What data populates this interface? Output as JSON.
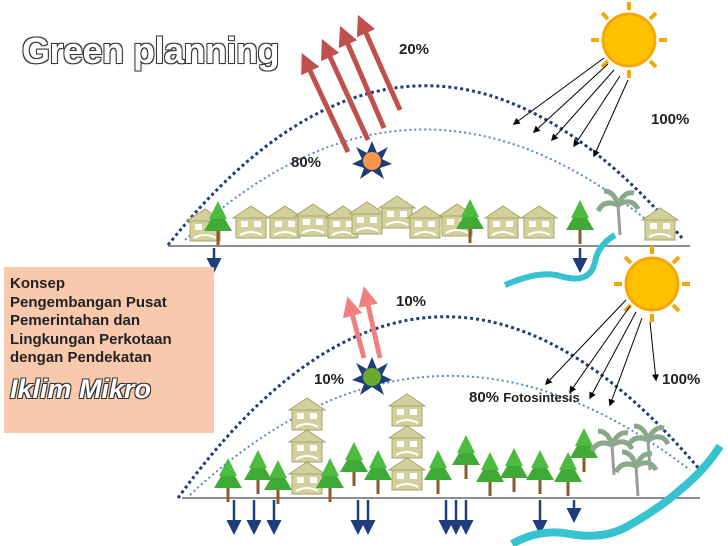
{
  "title": "Green planning",
  "concept": {
    "lines": [
      "Konsep",
      "Pengembangan Pusat",
      "Pemerintahan dan",
      "Lingkungan Perkotaan",
      "dengan Pendekatan"
    ],
    "emphasis": "Iklim Mikro"
  },
  "top_panel": {
    "reflected": "20%",
    "absorbed": "80%",
    "incoming": "100%"
  },
  "bottom_panel": {
    "reflected": "10%",
    "absorbed": "10%",
    "incoming": "100%",
    "photosynthesis_value": "80%",
    "photosynthesis_label": "Fotosintesis"
  },
  "colors": {
    "dome": "#1f3d7a",
    "inner_dome": "#5a86c9",
    "reflect_top": "#c0504d",
    "reflect_bottom": "#f08080",
    "sun": "#f5a70a",
    "river": "#36c2cf",
    "tree": "#3faa36",
    "house": "#c8c48c",
    "box": "#f9c9ad"
  },
  "icons": [
    "sun-icon",
    "small-sun-icon",
    "tree-icon",
    "house-icon",
    "palm-icon",
    "river-icon",
    "down-arrow-icon"
  ]
}
